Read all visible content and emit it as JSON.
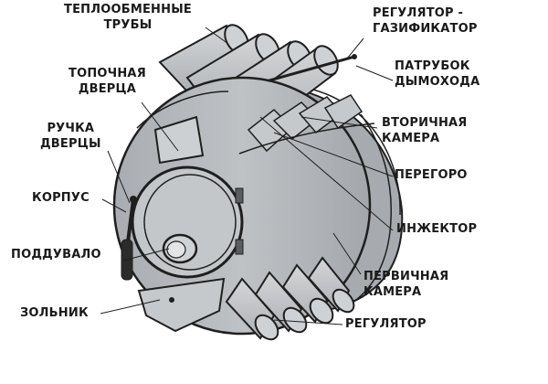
{
  "labels": {
    "heat_exchange_pipes": [
      "ТЕПЛООБМЕННЫЕ",
      "ТРУБЫ"
    ],
    "regulator_gasifier": [
      "РЕГУЛЯТОР -",
      "ГАЗИФИКАТОР"
    ],
    "firebox_door": [
      "ТОПОЧНАЯ",
      "ДВЕРЦА"
    ],
    "chimney_pipe": [
      "ПАТРУБОК",
      "ДЫМОХОДА"
    ],
    "door_handle": [
      "РУЧКА",
      "ДВЕРЦЫ"
    ],
    "secondary_chamber": [
      "ВТОРИЧНАЯ",
      "КАМЕРА"
    ],
    "partition": "ПЕРЕГОРО",
    "body": "КОРПУС",
    "injector": "ИНЖЕКТОР",
    "ash_pit": "ПОДДУВАЛО",
    "primary_chamber": [
      "ПЕРВИЧНАЯ",
      "КАМЕРА"
    ],
    "ash_pan": "ЗОЛЬНИК",
    "regulator": "РЕГУЛЯТОР"
  },
  "colors": {
    "body_fill": "#b8bbbe",
    "body_dark": "#9ea2a6",
    "pipe_fill": "#c3c6c9",
    "line": "#1f1f1f"
  }
}
